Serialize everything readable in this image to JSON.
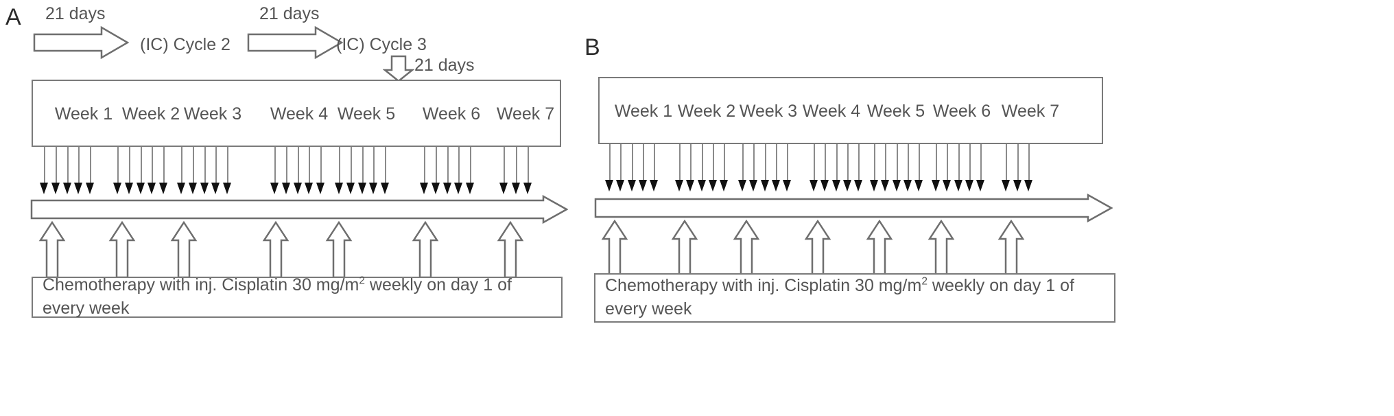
{
  "figure": {
    "panels": [
      {
        "id": "A",
        "letter": "A",
        "induction": {
          "cycle_labels": [
            "(IC) Cycle 2",
            "(IC) Cycle 3"
          ],
          "interval_labels": [
            "21 days",
            "21 days",
            "21 days"
          ]
        },
        "weeks": [
          "Week 1",
          "Week 2",
          "Week 3",
          "Week 4",
          "Week 5",
          "Week 6",
          "Week 7"
        ],
        "radiation_fractions_per_week": [
          5,
          5,
          5,
          5,
          5,
          5,
          3
        ],
        "chemo_cycles": 7,
        "chemo_text_prefix": "Chemotherapy with inj. Cisplatin 30 mg/m",
        "chemo_text_exponent": "2",
        "chemo_text_suffix": " weekly on day 1 of every week"
      },
      {
        "id": "B",
        "letter": "B",
        "weeks": [
          "Week 1",
          "Week 2",
          "Week 3",
          "Week 4",
          "Week 5",
          "Week 6",
          "Week 7"
        ],
        "radiation_fractions_per_week": [
          5,
          5,
          5,
          5,
          5,
          5,
          3
        ],
        "chemo_cycles": 7,
        "chemo_text_prefix": "Chemotherapy with inj.  Cisplatin 30 mg/m",
        "chemo_text_exponent": "2",
        "chemo_text_suffix": " weekly on day 1 of every week"
      }
    ],
    "colors": {
      "stroke": "#6e6e6e",
      "text": "#555555",
      "arrowhead": "#111111",
      "background": "#ffffff"
    }
  }
}
